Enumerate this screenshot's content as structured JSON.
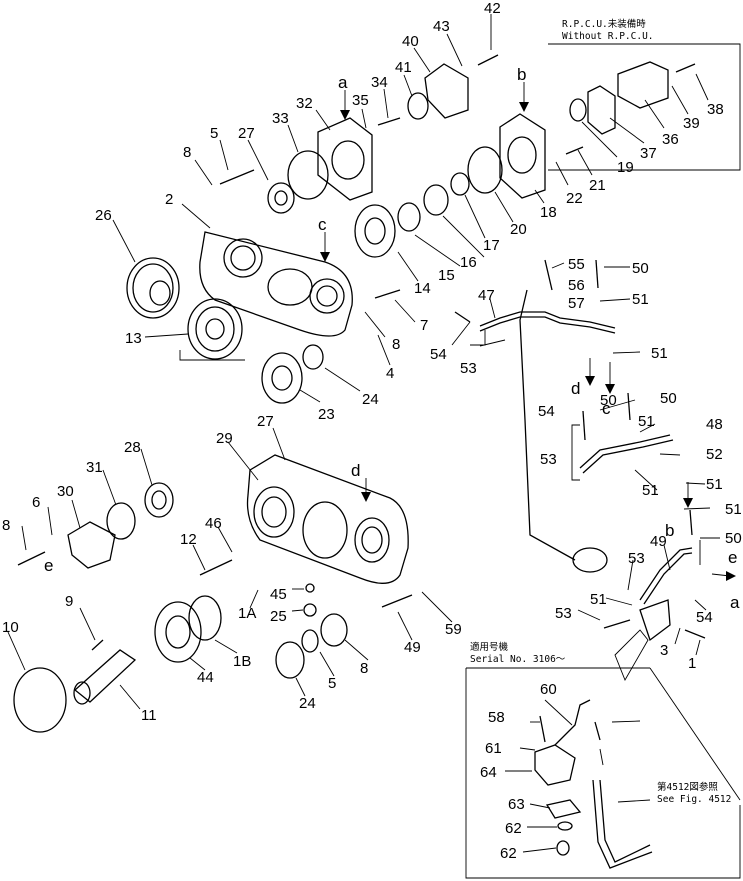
{
  "diagram": {
    "inset_top": {
      "note_line1": "R.P.C.U.未装備時",
      "note_line2": "Without R.P.C.U."
    },
    "inset_bottom": {
      "serial_line1": "適用号機",
      "serial_line2": "Serial No. 3106～",
      "ref_line1": "第4512図参照",
      "ref_line2": "See Fig. 4512"
    },
    "labels": [
      "42",
      "43",
      "40",
      "41",
      "34",
      "35",
      "32",
      "33",
      "27",
      "5",
      "8",
      "2",
      "26",
      "13",
      "23",
      "24",
      "4",
      "7",
      "8",
      "14",
      "15",
      "16",
      "17",
      "20",
      "18",
      "22",
      "21",
      "19",
      "37",
      "36",
      "39",
      "38",
      "55",
      "56",
      "57",
      "50",
      "51",
      "47",
      "54",
      "53",
      "51",
      "50",
      "51",
      "48",
      "52",
      "51",
      "53",
      "54",
      "50",
      "51",
      "49",
      "53",
      "51",
      "50",
      "51",
      "53",
      "54",
      "3",
      "1",
      "27",
      "29",
      "28",
      "31",
      "30",
      "6",
      "8",
      "12",
      "46",
      "9",
      "10",
      "11",
      "44",
      "1B",
      "1A",
      "45",
      "25",
      "24",
      "5",
      "8",
      "49",
      "59",
      "60",
      "58",
      "61",
      "64",
      "63",
      "62",
      "62"
    ],
    "letters": [
      "a",
      "b",
      "c",
      "c",
      "d",
      "d",
      "b",
      "e",
      "e",
      "a"
    ]
  }
}
